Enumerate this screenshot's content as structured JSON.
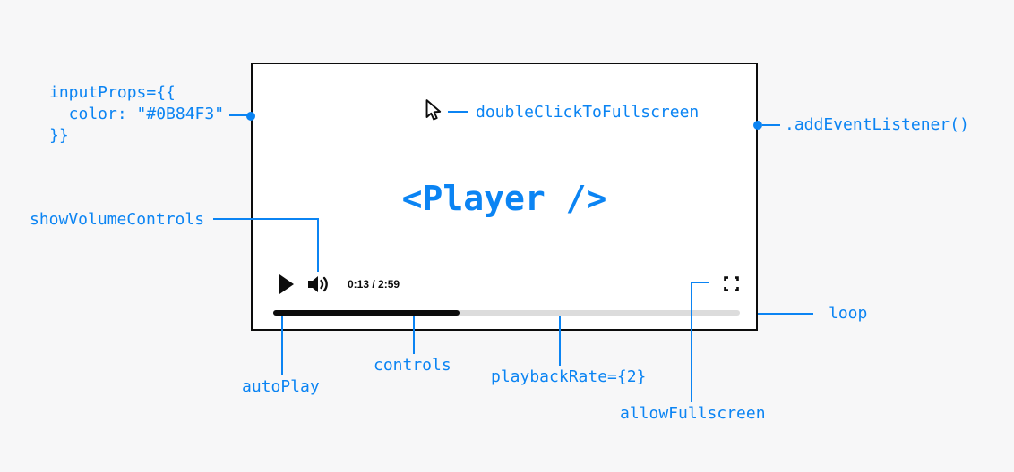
{
  "colors": {
    "accent": "#0B84F3",
    "canvas_bg": "#F7F7F8",
    "player_bg": "#FFFFFF",
    "ink": "#0C0C0C",
    "track": "#DCDCDC"
  },
  "player": {
    "title": "<Player />",
    "time": "0:13 / 2:59",
    "progress_percent": 40
  },
  "annotations": {
    "input_props": "inputProps={{\n  color: \"#0B84F3\"\n}}",
    "double_click_to_fullscreen": "doubleClickToFullscreen",
    "add_event_listener": ".addEventListener()",
    "show_volume_controls": "showVolumeControls",
    "auto_play": "autoPlay",
    "controls": "controls",
    "playback_rate": "playbackRate={2}",
    "allow_fullscreen": "allowFullscreen",
    "loop": "loop"
  },
  "icons": {
    "cursor": "cursor-pointer-icon",
    "play": "play-icon",
    "volume": "volume-icon",
    "fullscreen": "fullscreen-icon"
  }
}
